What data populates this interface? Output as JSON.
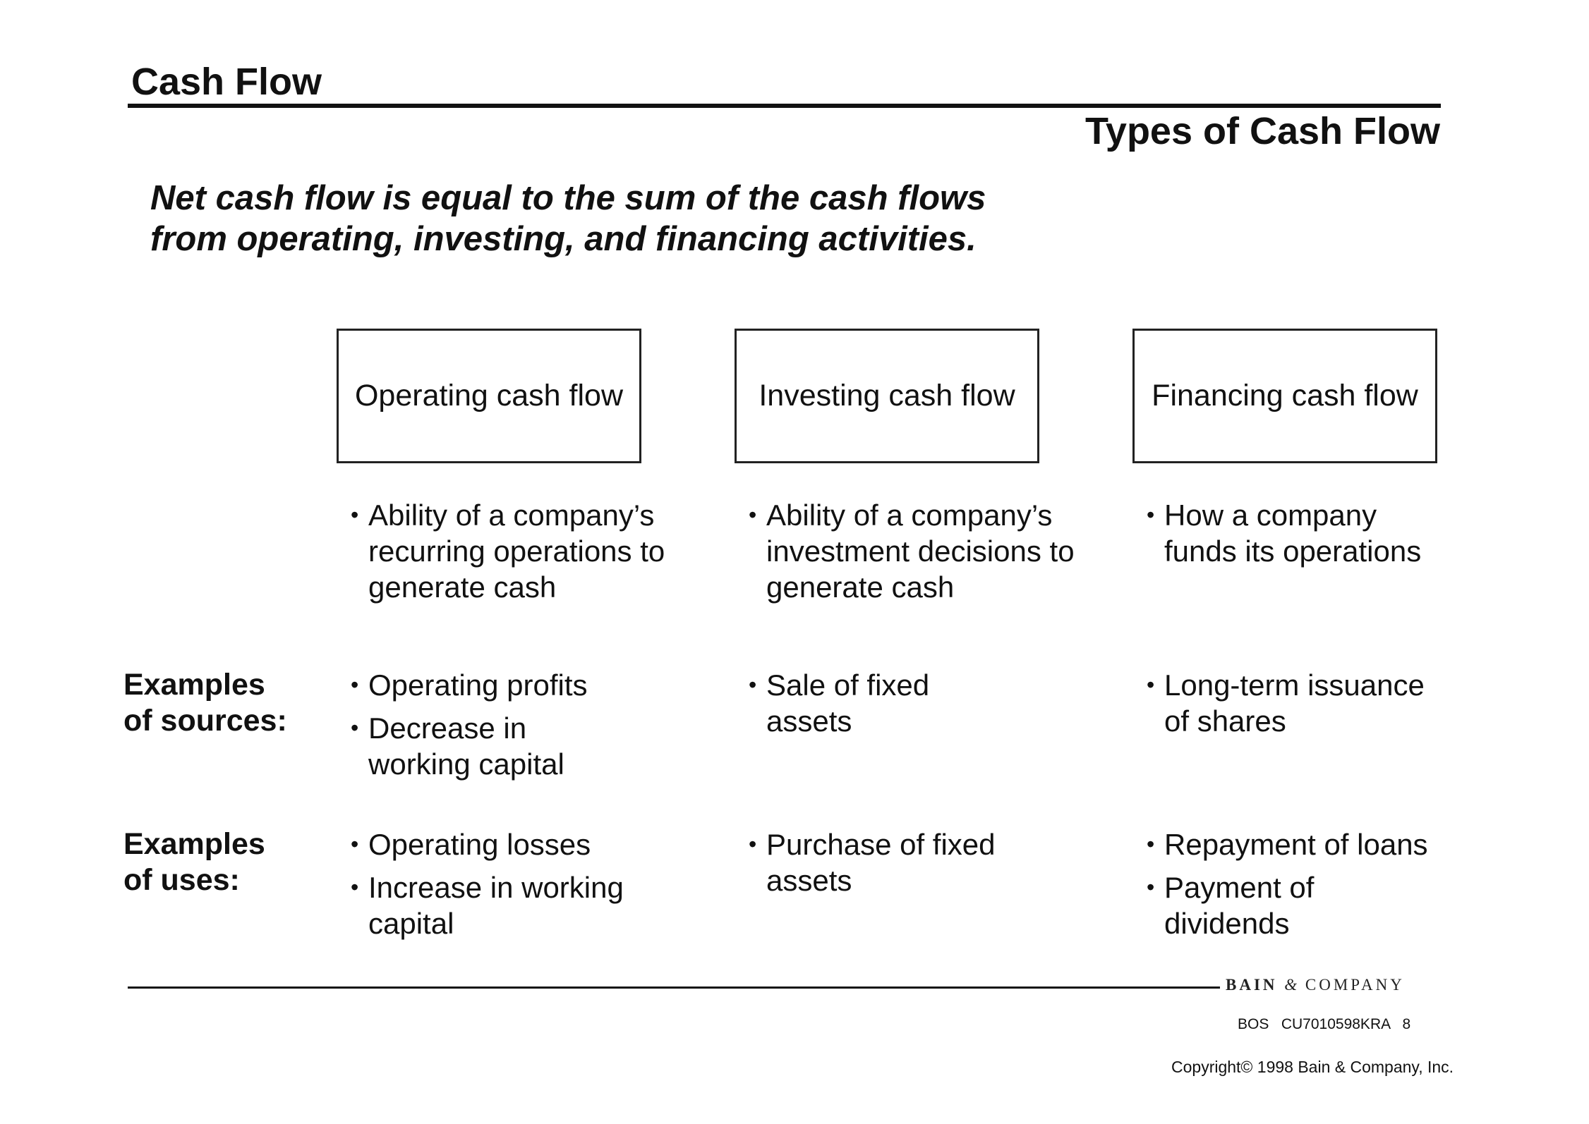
{
  "header": {
    "title": "Cash Flow",
    "subtitle": "Types of Cash Flow"
  },
  "headline": {
    "line1": "Net cash flow is equal to the sum of the cash flows",
    "line2": "from operating, investing, and financing activities."
  },
  "categories": [
    {
      "label": "Operating cash flow",
      "description": [
        "Ability of a company’s",
        "recurring operations to",
        "generate cash"
      ],
      "sources": [
        [
          "Operating profits"
        ],
        [
          "Decrease in",
          "working capital"
        ]
      ],
      "uses": [
        [
          "Operating losses"
        ],
        [
          "Increase in working",
          "capital"
        ]
      ]
    },
    {
      "label": "Investing cash flow",
      "description": [
        "Ability of a company’s",
        "investment decisions to",
        "generate cash"
      ],
      "sources": [
        [
          "Sale of fixed",
          "assets"
        ]
      ],
      "uses": [
        [
          "Purchase of fixed",
          "assets"
        ]
      ]
    },
    {
      "label": "Financing cash flow",
      "description": [
        "How a company",
        "funds its operations"
      ],
      "sources": [
        [
          "Long-term issuance",
          "of shares"
        ]
      ],
      "uses": [
        [
          "Repayment of loans"
        ],
        [
          "Payment of",
          "dividends"
        ]
      ]
    }
  ],
  "row_labels": {
    "sources": [
      "Examples",
      "of sources:"
    ],
    "uses": [
      "Examples",
      "of uses:"
    ]
  },
  "footer": {
    "logo_left": "BAIN",
    "logo_amp": "&",
    "logo_right": "COMPANY",
    "slide_code": "BOS   CU7010598KRA   8",
    "copyright": "Copyright© 1998 Bain & Company, Inc."
  },
  "bullet_char": "•"
}
